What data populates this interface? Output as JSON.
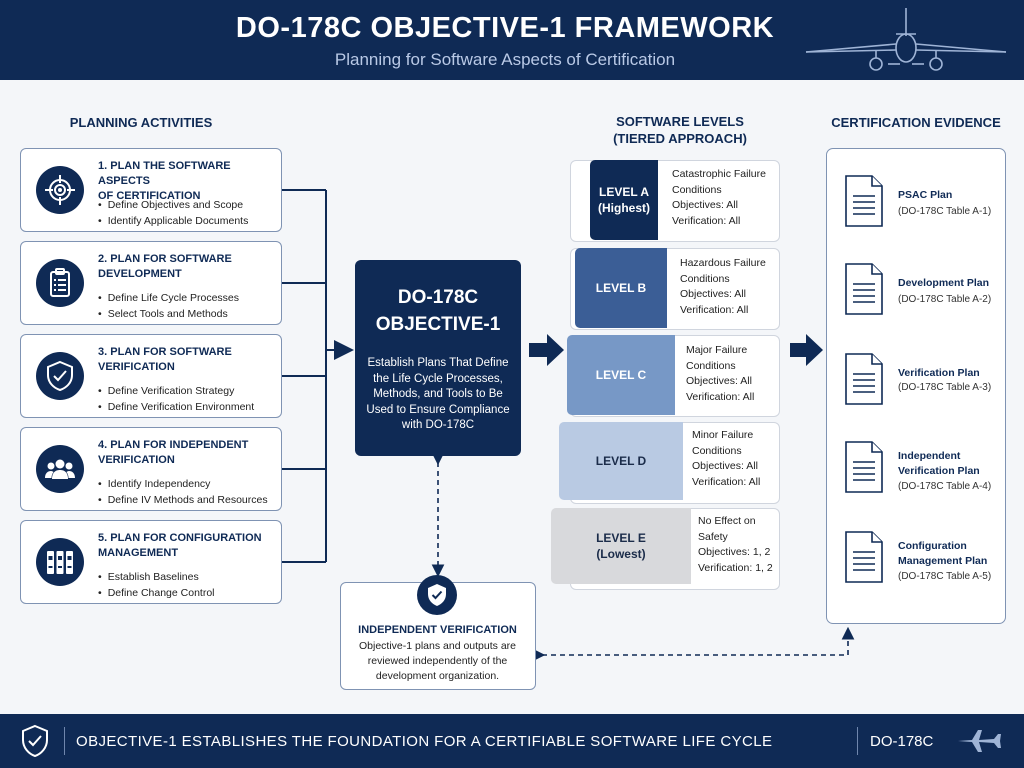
{
  "header": {
    "title": "DO-178C OBJECTIVE-1 FRAMEWORK",
    "subtitle": "Planning for Software Aspects of Certification"
  },
  "sections": {
    "planning": "PLANNING ACTIVITIES",
    "levels_line1": "SOFTWARE LEVELS",
    "levels_line2": "(TIERED APPROACH)",
    "evidence": "CERTIFICATION EVIDENCE"
  },
  "activities": [
    {
      "line1": "1. PLAN THE SOFTWARE ASPECTS",
      "line2": "OF CERTIFICATION",
      "bullets": [
        "Define Objectives and Scope",
        "Identify Applicable Documents"
      ],
      "icon": "target-icon"
    },
    {
      "line1": "2. PLAN FOR SOFTWARE",
      "line2": "DEVELOPMENT",
      "bullets": [
        "Define Life Cycle Processes",
        "Select Tools and Methods"
      ],
      "icon": "clipboard-icon"
    },
    {
      "line1": "3. PLAN FOR SOFTWARE",
      "line2": "VERIFICATION",
      "bullets": [
        "Define Verification Strategy",
        "Define Verification Environment"
      ],
      "icon": "shield-check-icon"
    },
    {
      "line1": "4. PLAN FOR INDEPENDENT",
      "line2": "VERIFICATION",
      "bullets": [
        "Identify Independency",
        "Define IV Methods and Resources"
      ],
      "icon": "people-icon"
    },
    {
      "line1": "5. PLAN FOR CONFIGURATION",
      "line2": "MANAGEMENT",
      "bullets": [
        "Establish Baselines",
        "Define Change Control"
      ],
      "icon": "binders-icon"
    }
  ],
  "center": {
    "title_line1": "DO-178C",
    "title_line2": "OBJECTIVE-1",
    "desc": "Establish Plans That Define the Life Cycle Processes, Methods, and Tools to Be Used to Ensure Compliance with DO-178C"
  },
  "independent": {
    "title": "INDEPENDENT VERIFICATION",
    "desc": "Objective-1 plans and outputs are reviewed independently of the development organization."
  },
  "levels": [
    {
      "name": "LEVEL A",
      "sub": "(Highest)",
      "cond1": "Catastrophic Failure",
      "cond2": "Conditions",
      "objectives": "Objectives: All",
      "verification": "Verification: All",
      "color": "#0f2a55"
    },
    {
      "name": "LEVEL B",
      "sub": "",
      "cond1": "Hazardous Failure",
      "cond2": "Conditions",
      "objectives": "Objectives: All",
      "verification": "Verification: All",
      "color": "#3b5e96"
    },
    {
      "name": "LEVEL C",
      "sub": "",
      "cond1": "Major Failure",
      "cond2": "Conditions",
      "objectives": "Objectives: All",
      "verification": "Verification: All",
      "color": "#7798c6"
    },
    {
      "name": "LEVEL D",
      "sub": "",
      "cond1": "Minor Failure",
      "cond2": "Conditions",
      "objectives": "Objectives: All",
      "verification": "Verification: All",
      "color": "#b9cae3"
    },
    {
      "name": "LEVEL E",
      "sub": "(Lowest)",
      "cond1": "No Effect on",
      "cond2": "Safety",
      "objectives": "Objectives: 1, 2",
      "verification": "Verification: 1, 2",
      "color": "#d8d9dc"
    }
  ],
  "evidence": [
    {
      "line1": "PSAC Plan",
      "line2": "",
      "ref": "(DO-178C Table A-1)"
    },
    {
      "line1": "Development Plan",
      "line2": "",
      "ref": "(DO-178C Table A-2)"
    },
    {
      "line1": "Verification Plan",
      "line2": "",
      "ref": "(DO-178C Table A-3)"
    },
    {
      "line1": "Independent",
      "line2": "Verification Plan",
      "ref": "(DO-178C Table A-4)"
    },
    {
      "line1": "Configuration",
      "line2": "Management Plan",
      "ref": "(DO-178C Table A-5)"
    }
  ],
  "footer": {
    "text": "OBJECTIVE-1 ESTABLISHES THE FOUNDATION FOR A CERTIFIABLE SOFTWARE LIFE CYCLE",
    "badge": "DO-178C"
  },
  "colors": {
    "navy": "#0f2a55",
    "border": "#7f93b3"
  }
}
